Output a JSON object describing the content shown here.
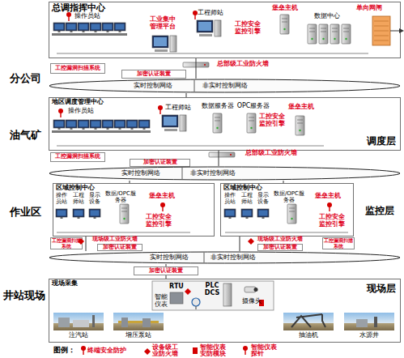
{
  "diagram": {
    "nodes": [
      {
        "text": [
          "总调指挥中心"
        ]
      },
      {
        "text": [
          "工控漏洞扫描系统"
        ]
      },
      {
        "text": [
          "加密认证装置"
        ]
      },
      {
        "text": [
          "实时控制网络",
          "非实时控制网络"
        ]
      },
      {
        "text": [
          "地区调度管理中心"
        ]
      },
      {
        "text": [
          "工控漏洞扫描系统"
        ]
      },
      {
        "text": [
          "加密认证装置"
        ]
      },
      {
        "text": [
          "实时控制网络",
          "非实时控制网络"
        ]
      },
      {
        "text": [
          "区域控制中心"
        ]
      },
      {
        "text": [
          "区域控制中心"
        ]
      },
      {
        "text": [
          "工控漏洞扫描系统"
        ]
      },
      {
        "text": [
          "加密认证装置"
        ]
      },
      {
        "text": [
          "加密认证装置"
        ]
      },
      {
        "text": [
          "工控漏洞扫描系统"
        ]
      },
      {
        "text": [
          "实时控制网络",
          "非实时控制网络"
        ]
      },
      {
        "text": [
          "加密认证装置"
        ]
      },
      {
        "text": [
          "现场采集"
        ]
      }
    ],
    "edges": [
      {
        "from": 0,
        "to": 3,
        "arrow": "none"
      },
      {
        "from": 3,
        "to": 4,
        "arrow": "none"
      },
      {
        "from": 4,
        "to": 7,
        "arrow": "none"
      },
      {
        "from": 7,
        "to": 8,
        "arrow": "none"
      },
      {
        "from": 7,
        "to": 9,
        "arrow": "none"
      },
      {
        "from": 8,
        "to": 14,
        "arrow": "none"
      },
      {
        "from": 9,
        "to": 14,
        "arrow": "none"
      },
      {
        "from": 14,
        "to": 15,
        "arrow": "none"
      },
      {
        "from": 15,
        "to": 16,
        "arrow": "none"
      }
    ],
    "labels": [
      "分公司",
      "油气矿",
      "作业区",
      "井站现场",
      "调度层",
      "监控层",
      "现场层",
      "操作员站",
      "工业集中管理平台",
      "工程师站",
      "工控安全监控引擎",
      "堡垒主机",
      "数据中心",
      "单向网闸",
      "总部级工业防火墙",
      "操作员站",
      "工程师站",
      "数据服务器",
      "OPC服务器",
      "工控安全监控引擎",
      "堡垒主机",
      "总部级工业防火墙",
      "操作员站",
      "工程师站",
      "显示设备",
      "数据/OPC服务器",
      "堡垒主机",
      "工控安全监控引擎",
      "现场级工业防火墙",
      "操作员站",
      "工程师站",
      "显示设备",
      "数据/OPC服务器",
      "堡垒主机",
      "工控安全监控引擎",
      "现场级工业防火墙",
      "RTU",
      "PLC",
      "DCS",
      "摄像头",
      "智能仪表",
      "注汽站",
      "增压泵站",
      "抽油机",
      "水源井",
      "图例："
    ],
    "legend": [
      {
        "text": "终端安全防护"
      },
      {
        "text": "设备级工业防火墙"
      },
      {
        "text": "智能仪表安防模块"
      },
      {
        "text": "智能仪表探针"
      }
    ]
  }
}
